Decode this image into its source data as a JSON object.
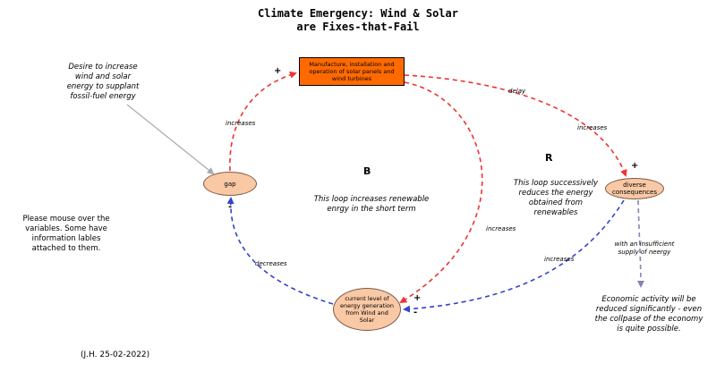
{
  "title_line1": "Climate Emergency: Wind & Solar",
  "title_line2": "are Fixes-that-Fail",
  "desire_note": [
    "Desire to increase",
    "wind and solar",
    "energy to supplant",
    "fossil-fuel energy"
  ],
  "manufacture_node": "Manufacture, installation and operation of solar panels and wind turbines",
  "gap_node": "gap",
  "diverse_node": "diverse consequences",
  "current_node": "current level of energy generation from Wind and Solar",
  "loop_b": {
    "name": "B",
    "description": [
      "This loop increases renewable",
      "enrgy in the short term"
    ]
  },
  "loop_r": {
    "name": "R",
    "description": [
      "This loop successively",
      "reduces the energy",
      "obtained from",
      "renewables"
    ]
  },
  "link_labels": {
    "increases_gap_to_manufacture": "increases",
    "delay": "delay",
    "increases_manufacture_to_diverse": "increases",
    "increases_manufacture_to_current": "increases",
    "increases_diverse_to_current": "increases",
    "decreases_current_to_gap": "decreases",
    "insufficient_supply": [
      "with an insufficient",
      "supply of neergy"
    ]
  },
  "signs": {
    "manufacture_in": "+",
    "diverse_in": "+",
    "gap_in": "-",
    "current_in_plus": "+",
    "current_in_minus": "-"
  },
  "mouse_note": [
    "Please mouse over the",
    "variables. Some have",
    "information lables",
    "attached to them."
  ],
  "economic_note": [
    "Economic activity will be",
    "reduced significantly - even",
    "the collpase of the economy",
    "is quite possible."
  ],
  "signature": "(J.H. 25-02-2022)",
  "colors": {
    "red_link": "#ee3333",
    "blue_link": "#3344cc",
    "grey_link": "#aaaaaa",
    "purple_link": "#8a80b8",
    "orange_box": "#ff6a00",
    "oval_fill": "#f9c8a4"
  }
}
